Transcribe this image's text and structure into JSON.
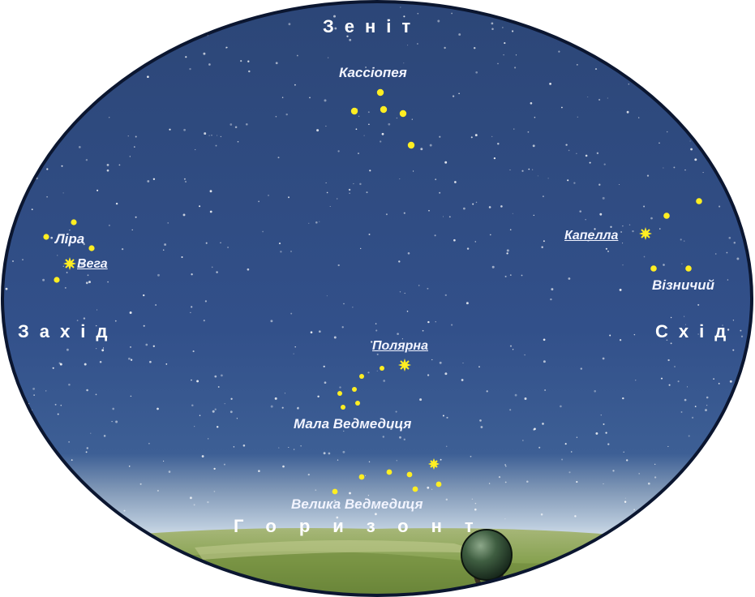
{
  "labels": {
    "zenith": "Зеніт",
    "west": "Захід",
    "east": "Схід",
    "horizon": "Горизонт",
    "cassiopeia": "Кассіопея",
    "lyra": "Ліра",
    "vega": "Вега",
    "capella": "Капелла",
    "auriga": "Візничий",
    "polaris": "Полярна",
    "ursa_minor": "Мала Ведмедиця",
    "ursa_major": "Велика Ведмедиця"
  },
  "colors": {
    "sky": "#2e4a7e",
    "sky_haze": "#8aa1bd",
    "horizon_glow": "#c9d8e6",
    "ground": "#8ea860",
    "outline": "#0b1630",
    "star": "#ffee22",
    "label": "#ffffff"
  },
  "icons": [
    "star-icon",
    "telescope-icon"
  ]
}
